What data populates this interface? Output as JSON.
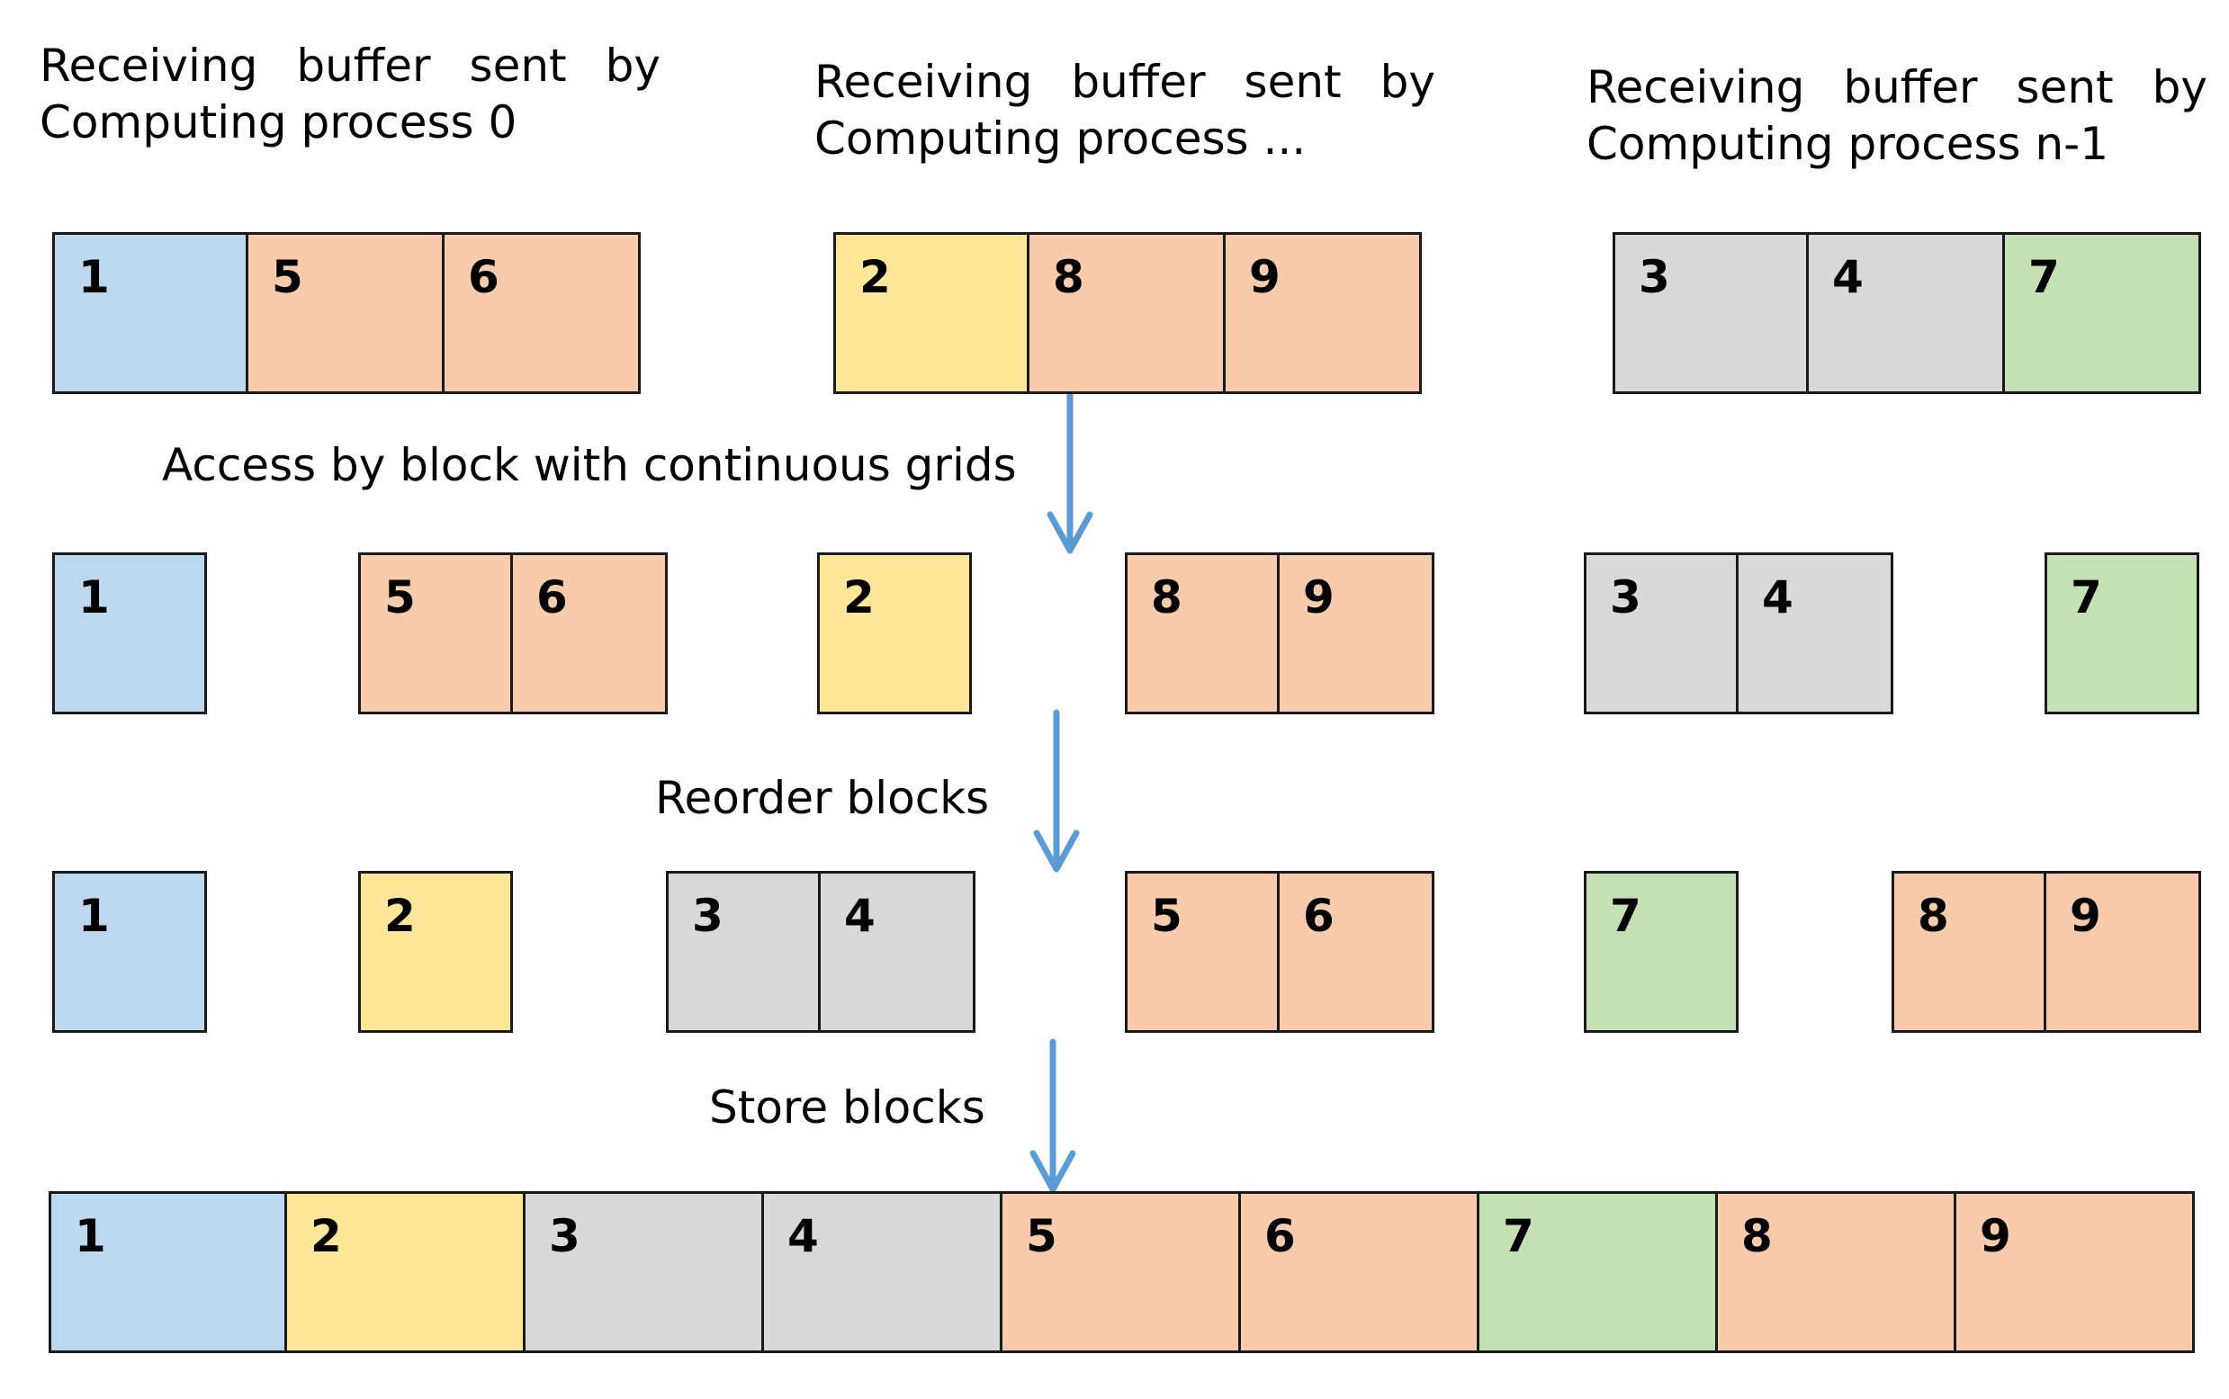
{
  "colors": {
    "blue": "#bdd7ee",
    "yellow": "#ffe699",
    "gray": "#d9d9d9",
    "orange": "#f8cbad",
    "green": "#c5e0b4",
    "arrow": "#5b9bd5",
    "border": "#1a1a1a"
  },
  "captions": [
    {
      "line1": [
        "Receiving",
        "buffer",
        "sent",
        "by"
      ],
      "line2": "Computing process 0"
    },
    {
      "line1": [
        "Receiving",
        "buffer",
        "sent",
        "by"
      ],
      "line2": "Computing process ..."
    },
    {
      "line1": [
        "Receiving",
        "buffer",
        "sent",
        "by"
      ],
      "line2": "Computing process n-1"
    }
  ],
  "stage_labels": {
    "access": "Access by block with continuous grids",
    "reorder": "Reorder blocks",
    "store": "Store blocks"
  },
  "rows": {
    "buffers": [
      [
        {
          "n": "1",
          "c": "blue"
        },
        {
          "n": "5",
          "c": "orange"
        },
        {
          "n": "6",
          "c": "orange"
        }
      ],
      [
        {
          "n": "2",
          "c": "yellow"
        },
        {
          "n": "8",
          "c": "orange"
        },
        {
          "n": "9",
          "c": "orange"
        }
      ],
      [
        {
          "n": "3",
          "c": "gray"
        },
        {
          "n": "4",
          "c": "gray"
        },
        {
          "n": "7",
          "c": "green"
        }
      ]
    ],
    "access": [
      [
        {
          "n": "1",
          "c": "blue"
        }
      ],
      [
        {
          "n": "5",
          "c": "orange"
        },
        {
          "n": "6",
          "c": "orange"
        }
      ],
      [
        {
          "n": "2",
          "c": "yellow"
        }
      ],
      [
        {
          "n": "8",
          "c": "orange"
        },
        {
          "n": "9",
          "c": "orange"
        }
      ],
      [
        {
          "n": "3",
          "c": "gray"
        },
        {
          "n": "4",
          "c": "gray"
        }
      ],
      [
        {
          "n": "7",
          "c": "green"
        }
      ]
    ],
    "reorder": [
      [
        {
          "n": "1",
          "c": "blue"
        }
      ],
      [
        {
          "n": "2",
          "c": "yellow"
        }
      ],
      [
        {
          "n": "3",
          "c": "gray"
        },
        {
          "n": "4",
          "c": "gray"
        }
      ],
      [
        {
          "n": "5",
          "c": "orange"
        },
        {
          "n": "6",
          "c": "orange"
        }
      ],
      [
        {
          "n": "7",
          "c": "green"
        }
      ],
      [
        {
          "n": "8",
          "c": "orange"
        },
        {
          "n": "9",
          "c": "orange"
        }
      ]
    ],
    "store": [
      [
        {
          "n": "1",
          "c": "blue"
        },
        {
          "n": "2",
          "c": "yellow"
        },
        {
          "n": "3",
          "c": "gray"
        },
        {
          "n": "4",
          "c": "gray"
        },
        {
          "n": "5",
          "c": "orange"
        },
        {
          "n": "6",
          "c": "orange"
        },
        {
          "n": "7",
          "c": "green"
        },
        {
          "n": "8",
          "c": "orange"
        },
        {
          "n": "9",
          "c": "orange"
        }
      ]
    ]
  }
}
